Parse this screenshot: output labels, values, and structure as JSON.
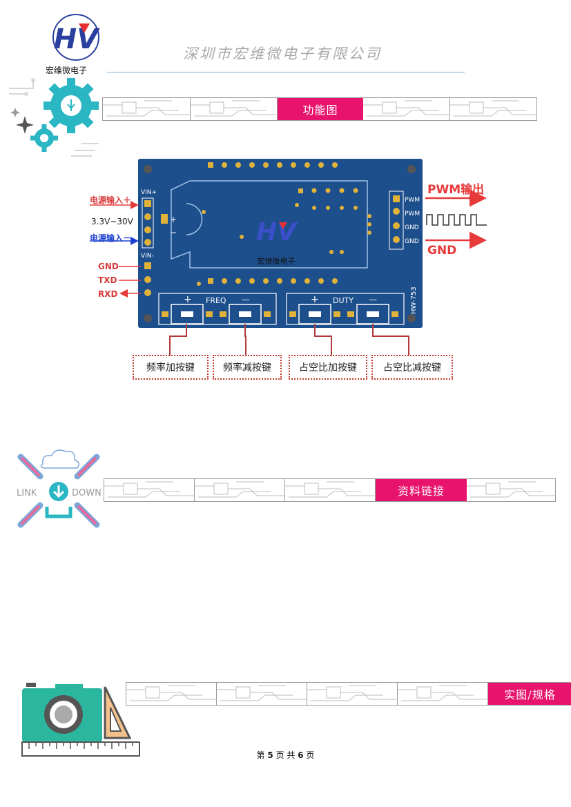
{
  "header": {
    "logo_letters": "HV",
    "logo_caption": "宏维微电子",
    "company": "深圳市宏维微电子有限公司"
  },
  "sections": [
    {
      "title": "功能图"
    },
    {
      "title": "资料链接"
    },
    {
      "title": "实图/规格"
    }
  ],
  "link_icon": {
    "left": "LINK",
    "right": "DOWN"
  },
  "board": {
    "name": "HW-753",
    "pins_left": [
      "VIN+",
      "VIN-"
    ],
    "pins_right": [
      "PWM",
      "PWM",
      "GND",
      "GND"
    ],
    "freq": "FREQ",
    "duty": "DUTY",
    "plus": "+",
    "minus": "—",
    "watermark": "宏维微电子"
  },
  "left_labels": {
    "power_plus": "电源输入＋",
    "voltage": "3.3V~30V",
    "power_minus": "电源输入－",
    "gnd": "GND",
    "txd": "TXD",
    "rxd": "RXD"
  },
  "right_labels": {
    "pwm_out": "PWM输出",
    "gnd": "GND"
  },
  "button_labels": [
    "频率加按键",
    "频率减按键",
    "占空比加按键",
    "占空比减按键"
  ],
  "footer": {
    "pre": "第",
    "page": "5",
    "mid": "页 共",
    "total": "6",
    "post": "页"
  },
  "colors": {
    "accent": "#e8136d",
    "board": "#1d4f8c",
    "gear": "#2bb6c4",
    "label_red": "#d93a3a",
    "arrow_blue": "#1a3fd0"
  }
}
